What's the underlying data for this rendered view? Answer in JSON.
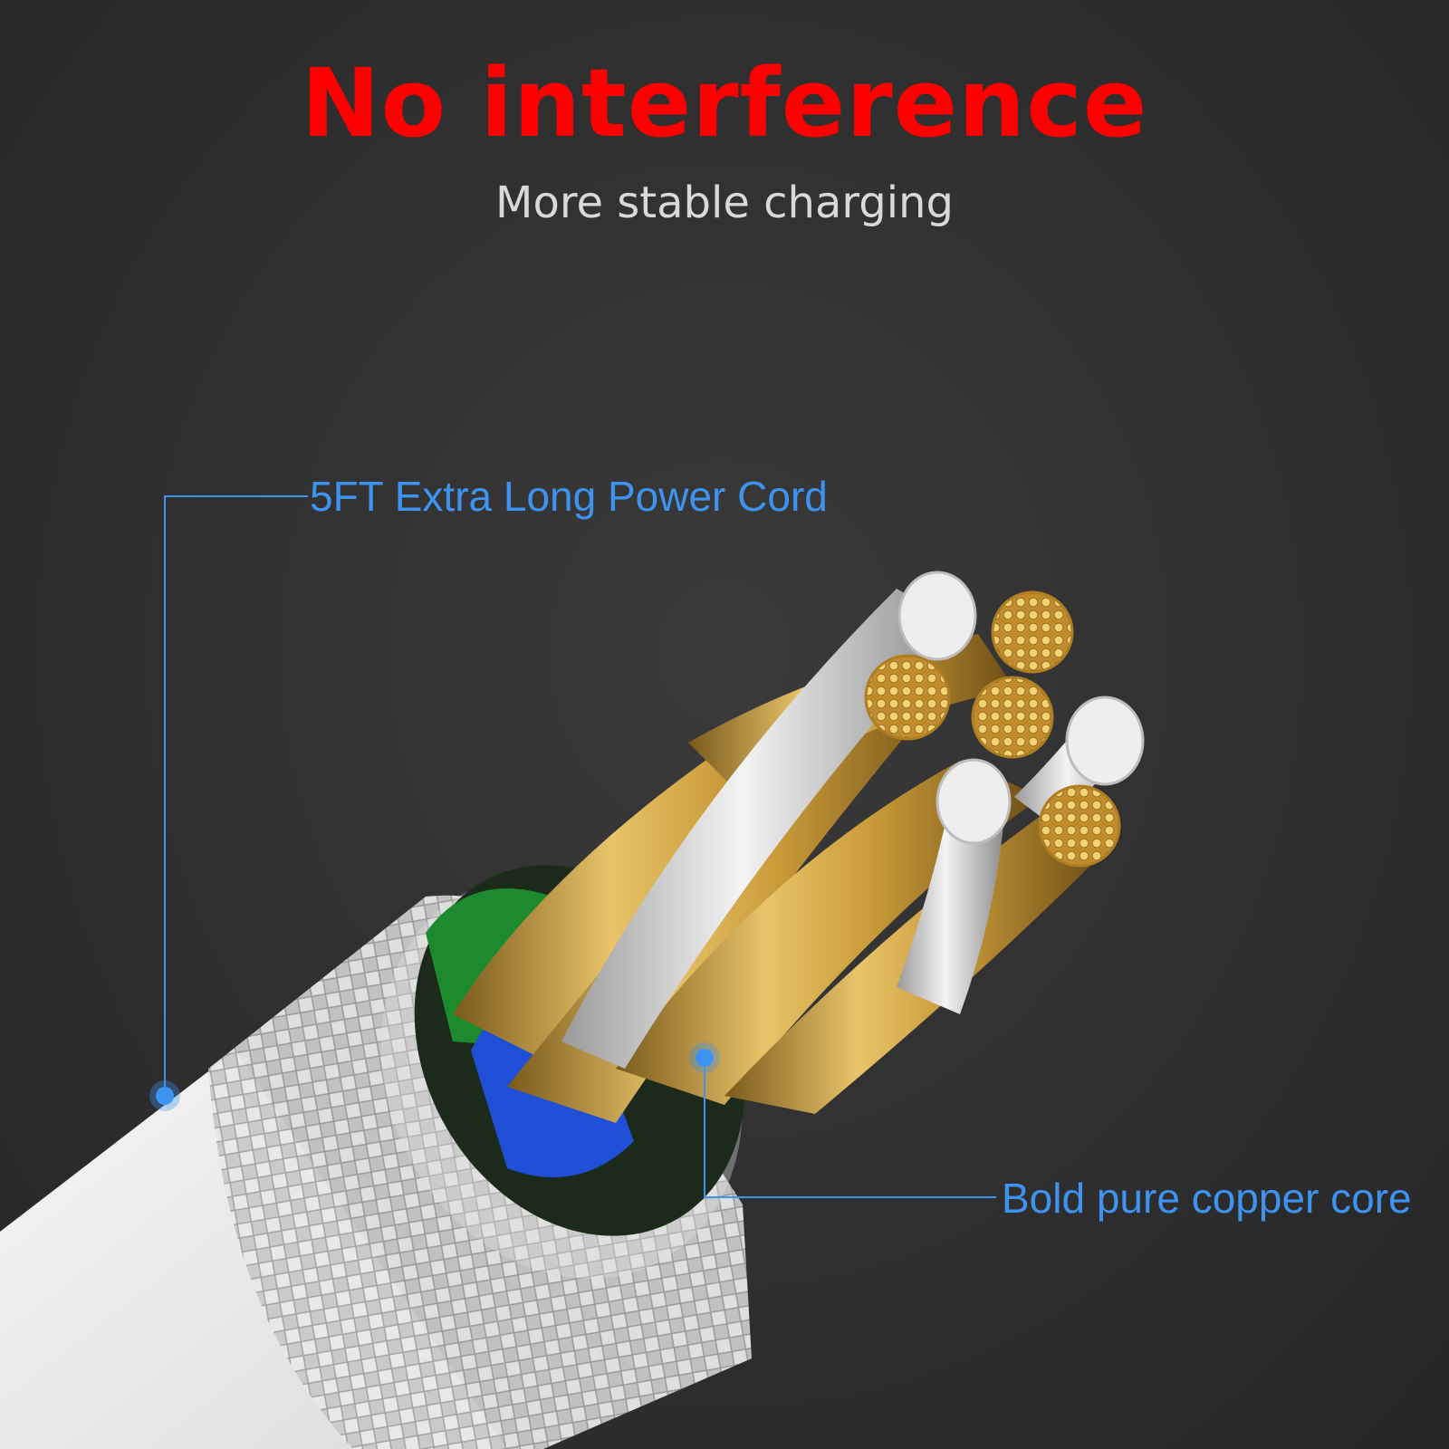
{
  "headline": "No interference",
  "subheadline": "More stable charging",
  "callouts": {
    "top": "5FT Extra Long Power Cord",
    "bottom": "Bold pure copper core"
  },
  "colors": {
    "headline": "#ff0000",
    "callout": "#3f93f0",
    "background": "#2f2f2f"
  }
}
